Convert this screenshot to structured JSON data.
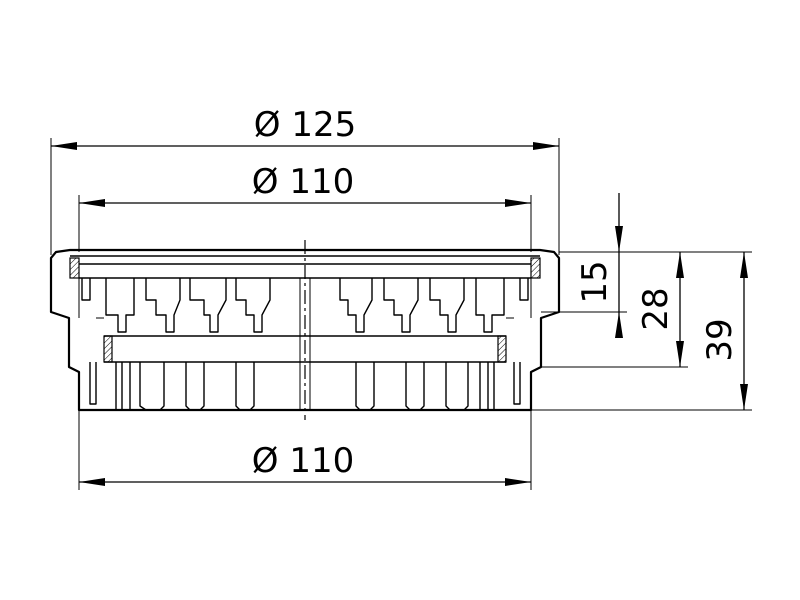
{
  "dimensions": {
    "outer_diameter": "Ø 125",
    "top_inner_diameter": "Ø 110",
    "bottom_diameter": "Ø 110",
    "height_top": "15",
    "height_middle": "28",
    "height_total": "39"
  }
}
